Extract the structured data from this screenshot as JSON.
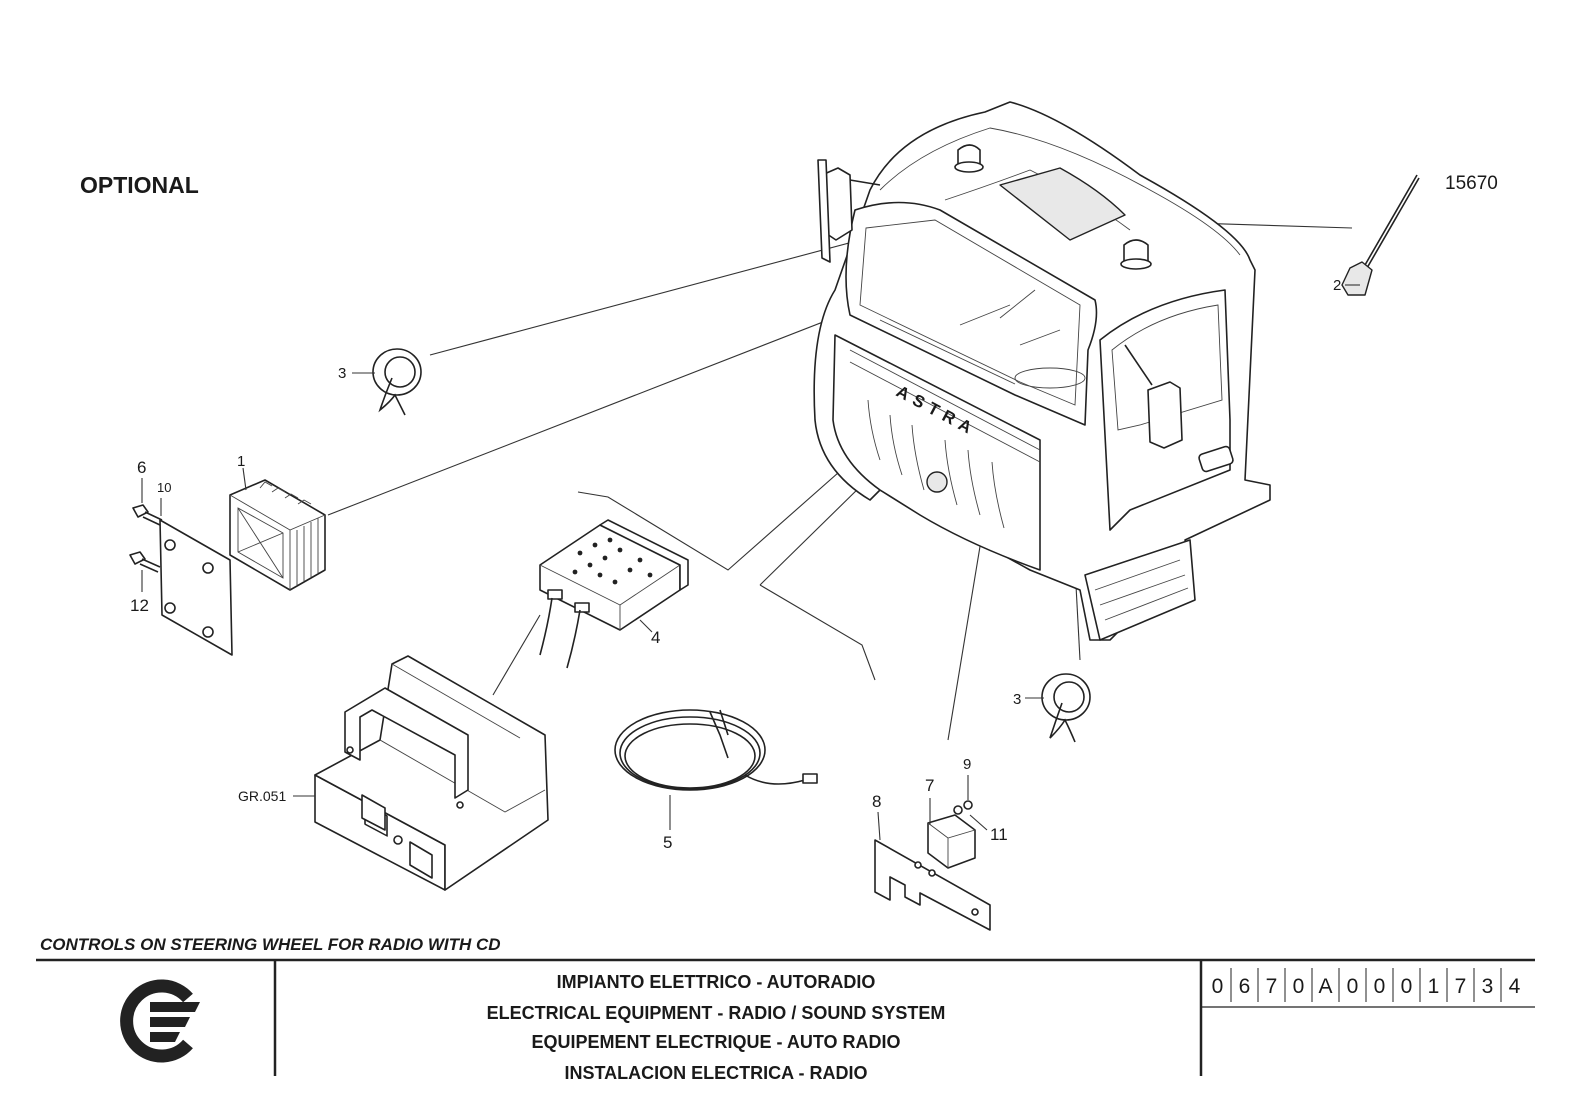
{
  "header": {
    "optional_label": "OPTIONAL",
    "drawing_number": "15670"
  },
  "callouts": [
    {
      "id": "callout-1",
      "text": "1"
    },
    {
      "id": "callout-2",
      "text": "2"
    },
    {
      "id": "callout-3a",
      "text": "3"
    },
    {
      "id": "callout-3b",
      "text": "3"
    },
    {
      "id": "callout-4",
      "text": "4"
    },
    {
      "id": "callout-5",
      "text": "5"
    },
    {
      "id": "callout-6",
      "text": "6"
    },
    {
      "id": "callout-7",
      "text": "7"
    },
    {
      "id": "callout-8",
      "text": "8"
    },
    {
      "id": "callout-9",
      "text": "9"
    },
    {
      "id": "callout-10",
      "text": "10"
    },
    {
      "id": "callout-11",
      "text": "11"
    },
    {
      "id": "callout-12",
      "text": "12"
    },
    {
      "id": "callout-gr",
      "text": "GR.051"
    }
  ],
  "caption": "CONTROLS ON STEERING WHEEL FOR RADIO WITH CD",
  "cab_brand": "ASTRA",
  "title_block": {
    "lines": [
      "IMPIANTO ELETTRICO - AUTORADIO",
      "ELECTRICAL EQUIPMENT - RADIO / SOUND SYSTEM",
      "EQUIPEMENT ELECTRIQUE - AUTO RADIO",
      "INSTALACION ELECTRICA - RADIO"
    ],
    "part_code": [
      "0",
      "6",
      "7",
      "0",
      "A",
      "0",
      "0",
      "0",
      "1",
      "7",
      "3",
      "4"
    ]
  }
}
